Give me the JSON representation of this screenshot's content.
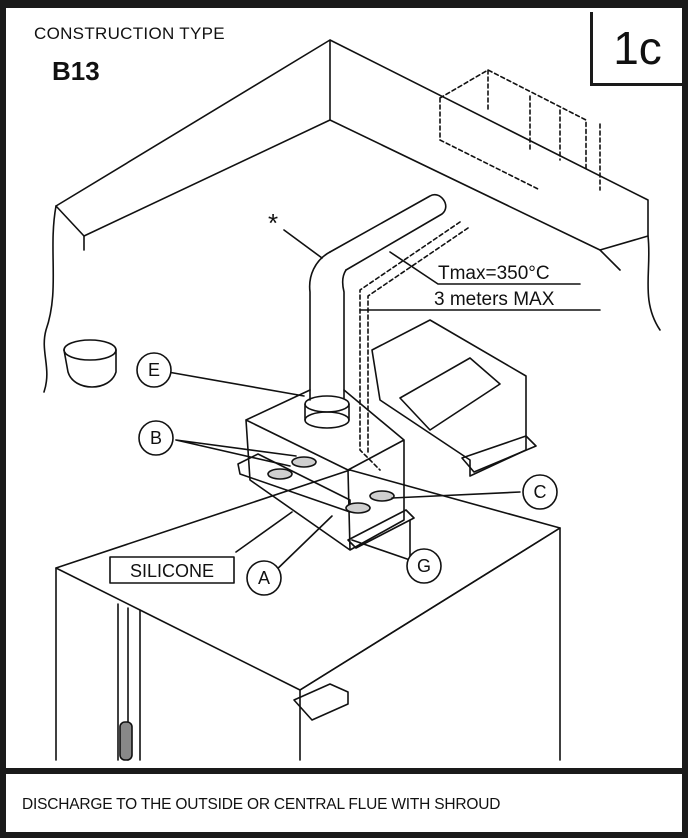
{
  "header": {
    "construction_label": "CONSTRUCTION TYPE",
    "construction_code": "B13",
    "figure_badge": "1c"
  },
  "annotations": {
    "asterisk": "*",
    "tmax": "Tmax=350°C",
    "max_length": "3 meters MAX",
    "silicone": "SILICONE"
  },
  "callouts": [
    "A",
    "B",
    "C",
    "E",
    "G"
  ],
  "caption": "DISCHARGE TO THE OUTSIDE OR CENTRAL FLUE WITH SHROUD"
}
